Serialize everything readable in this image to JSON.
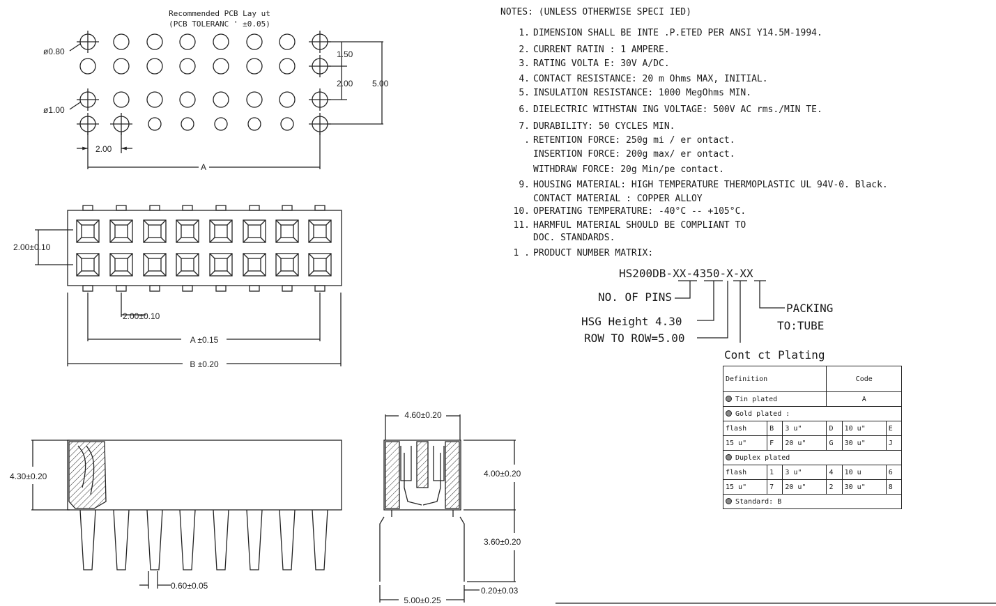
{
  "pcb_layout": {
    "title": "Recommended PCB Lay ut",
    "tolerance": "(PCB TOLERANC ' ±0.05)",
    "hole_small": "ø0.80",
    "hole_large": "ø1.00",
    "dim_1_50": "1.50",
    "dim_2_00_v": "2.00",
    "dim_5_00": "5.00",
    "dim_pitch": "2.00",
    "dim_a": "A"
  },
  "top_view": {
    "dim_row_pitch": "2.00±0.10",
    "dim_col_pitch": "2.00±0.10",
    "dim_a": "A ±0.15",
    "dim_b": "B ±0.20"
  },
  "side_view": {
    "height": "4.30±0.20",
    "pin_width": "0.60±0.05"
  },
  "end_view": {
    "width_top": "4.60±0.20",
    "body_height": "4.00±0.20",
    "pin_length": "3.60±0.20",
    "pin_thickness": "0.20±0.03",
    "width_bottom": "5.00±0.25"
  },
  "notes": {
    "title": "NOTES: (UNLESS OTHERWISE SPECI IED)",
    "items": [
      {
        "num": "1.",
        "text": "DIMENSION SHALL BE INTE .P.ETED PER ANSI Y14.5M-1994."
      },
      {
        "num": "2.",
        "text": "CURRENT RATIN : 1 AMPERE."
      },
      {
        "num": "3.",
        "text": "RATING VOLTA E: 30V A/DC."
      },
      {
        "num": "4.",
        "text": "CONTACT RESISTANCE: 20 m Ohms MAX, INITIAL."
      },
      {
        "num": "5.",
        "text": "INSULATION RESISTANCE: 1000 MegOhms MIN."
      },
      {
        "num": "6.",
        "text": "DIELECTRIC WITHSTAN ING VOLTAGE: 500V AC rms./MIN TE."
      },
      {
        "num": "7.",
        "text": "DURABILITY: 50 CYCLES MIN."
      },
      {
        "num": ".",
        "text": "RETENTION FORCE: 250g mi / er  ontact."
      },
      {
        "num": "",
        "text": "INSERTION FORCE: 200g max/ er  ontact."
      },
      {
        "num": "",
        "text": "WITHDRAW FORCE: 20g Min/pe  contact."
      },
      {
        "num": "9.",
        "text": "HOUSING MATERIAL: HIGH TEMPERATURE THERMOPLASTIC UL 94V-0. Black."
      },
      {
        "num": "",
        "text": "CONTACT MATERIAL : COPPER ALLOY"
      },
      {
        "num": "10.",
        "text": "OPERATING TEMPERATURE: -40°C -- +105°C."
      },
      {
        "num": "11.",
        "text": "HARMFUL MATERIAL SHOULD BE COMPLIANT TO"
      },
      {
        "num": "",
        "text": "DOC. STANDARDS."
      },
      {
        "num": "1 .",
        "text": "PRODUCT NUMBER MATRIX:"
      }
    ]
  },
  "matrix": {
    "part_number": "HS200DB-XX-4350-X-XX",
    "no_of_pins": "NO. OF PINS",
    "hsg_height": "HSG Height 4.30",
    "row_to_row": "ROW TO ROW=5.00",
    "packing": "PACKING",
    "packing_value": "TO:TUBE",
    "contact_plating": "Cont ct Plating"
  },
  "plating_table": {
    "definition": "Definition",
    "code": "Code",
    "tin_plated": "Tin plated",
    "tin_code": "A",
    "gold_plated": "Gold plated :",
    "gold_rows": [
      [
        "flash",
        "B",
        "3 u\"",
        "D",
        "10 u\"",
        "E"
      ],
      [
        "15 u\"",
        "F",
        "20 u\"",
        "G",
        "30 u\"",
        "J"
      ]
    ],
    "duplex_plated": "Duplex plated",
    "duplex_rows": [
      [
        "flash",
        "1",
        "3 u\"",
        "4",
        "10 u",
        "6"
      ],
      [
        "15 u\"",
        "7",
        "20 u\"",
        "2",
        "30 u\"",
        "8"
      ]
    ],
    "standard": "Standard: B"
  }
}
